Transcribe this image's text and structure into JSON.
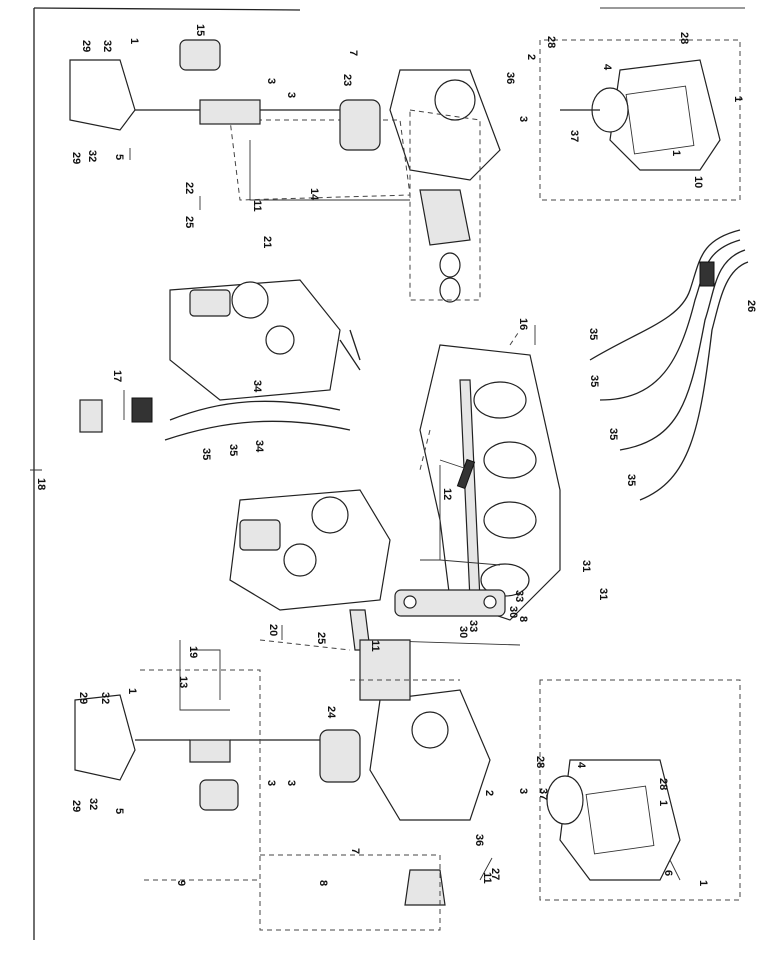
{
  "diagram": {
    "callouts": [
      {
        "id": "c18",
        "text": "18"
      },
      {
        "id": "c26",
        "text": "26"
      },
      {
        "id": "c16",
        "text": "16"
      },
      {
        "id": "c12",
        "text": "12"
      },
      {
        "id": "c17",
        "text": "17"
      },
      {
        "id": "c34a",
        "text": "34"
      },
      {
        "id": "c34b",
        "text": "34"
      },
      {
        "id": "c35a",
        "text": "35"
      },
      {
        "id": "c35b",
        "text": "35"
      },
      {
        "id": "c35c",
        "text": "35"
      },
      {
        "id": "c35d",
        "text": "35"
      },
      {
        "id": "c35e",
        "text": "35"
      },
      {
        "id": "c35f",
        "text": "35"
      },
      {
        "id": "c21",
        "text": "21"
      },
      {
        "id": "c25a",
        "text": "25"
      },
      {
        "id": "c25b",
        "text": "25"
      },
      {
        "id": "c22",
        "text": "22"
      },
      {
        "id": "c14",
        "text": "14"
      },
      {
        "id": "c11a",
        "text": "11"
      },
      {
        "id": "c11b",
        "text": "11"
      },
      {
        "id": "c11c",
        "text": "11"
      },
      {
        "id": "c20",
        "text": "20"
      },
      {
        "id": "c23",
        "text": "23"
      },
      {
        "id": "c24",
        "text": "24"
      },
      {
        "id": "c15",
        "text": "15"
      },
      {
        "id": "c7a",
        "text": "7"
      },
      {
        "id": "c7b",
        "text": "7"
      },
      {
        "id": "c2a",
        "text": "2"
      },
      {
        "id": "c2b",
        "text": "2"
      },
      {
        "id": "c28a",
        "text": "28"
      },
      {
        "id": "c28b",
        "text": "28"
      },
      {
        "id": "c28c",
        "text": "28"
      },
      {
        "id": "c28d",
        "text": "28"
      },
      {
        "id": "c36a",
        "text": "36"
      },
      {
        "id": "c36b",
        "text": "36"
      },
      {
        "id": "c37a",
        "text": "37"
      },
      {
        "id": "c37b",
        "text": "37"
      },
      {
        "id": "c4a",
        "text": "4"
      },
      {
        "id": "c4b",
        "text": "4"
      },
      {
        "id": "c3a",
        "text": "3"
      },
      {
        "id": "c3b",
        "text": "3"
      },
      {
        "id": "c3c",
        "text": "3"
      },
      {
        "id": "c3d",
        "text": "3"
      },
      {
        "id": "c3e",
        "text": "3"
      },
      {
        "id": "c3f",
        "text": "3"
      },
      {
        "id": "c1a",
        "text": "1"
      },
      {
        "id": "c1b",
        "text": "1"
      },
      {
        "id": "c1c",
        "text": "1"
      },
      {
        "id": "c1d",
        "text": "1"
      },
      {
        "id": "c1e",
        "text": "1"
      },
      {
        "id": "c1f",
        "text": "1"
      },
      {
        "id": "c10",
        "text": "10"
      },
      {
        "id": "c29a",
        "text": "29"
      },
      {
        "id": "c29b",
        "text": "29"
      },
      {
        "id": "c29c",
        "text": "29"
      },
      {
        "id": "c29d",
        "text": "29"
      },
      {
        "id": "c32a",
        "text": "32"
      },
      {
        "id": "c32b",
        "text": "32"
      },
      {
        "id": "c32c",
        "text": "32"
      },
      {
        "id": "c32d",
        "text": "32"
      },
      {
        "id": "c5a",
        "text": "5"
      },
      {
        "id": "c5b",
        "text": "5"
      },
      {
        "id": "c13",
        "text": "13"
      },
      {
        "id": "c19",
        "text": "19"
      },
      {
        "id": "c9",
        "text": "9"
      },
      {
        "id": "c8a",
        "text": "8"
      },
      {
        "id": "c8b",
        "text": "8"
      },
      {
        "id": "c6",
        "text": "6"
      },
      {
        "id": "c27",
        "text": "27"
      },
      {
        "id": "c30a",
        "text": "30"
      },
      {
        "id": "c30b",
        "text": "30"
      },
      {
        "id": "c33a",
        "text": "33"
      },
      {
        "id": "c33b",
        "text": "33"
      },
      {
        "id": "c31a",
        "text": "31"
      },
      {
        "id": "c31b",
        "text": "31"
      }
    ]
  }
}
